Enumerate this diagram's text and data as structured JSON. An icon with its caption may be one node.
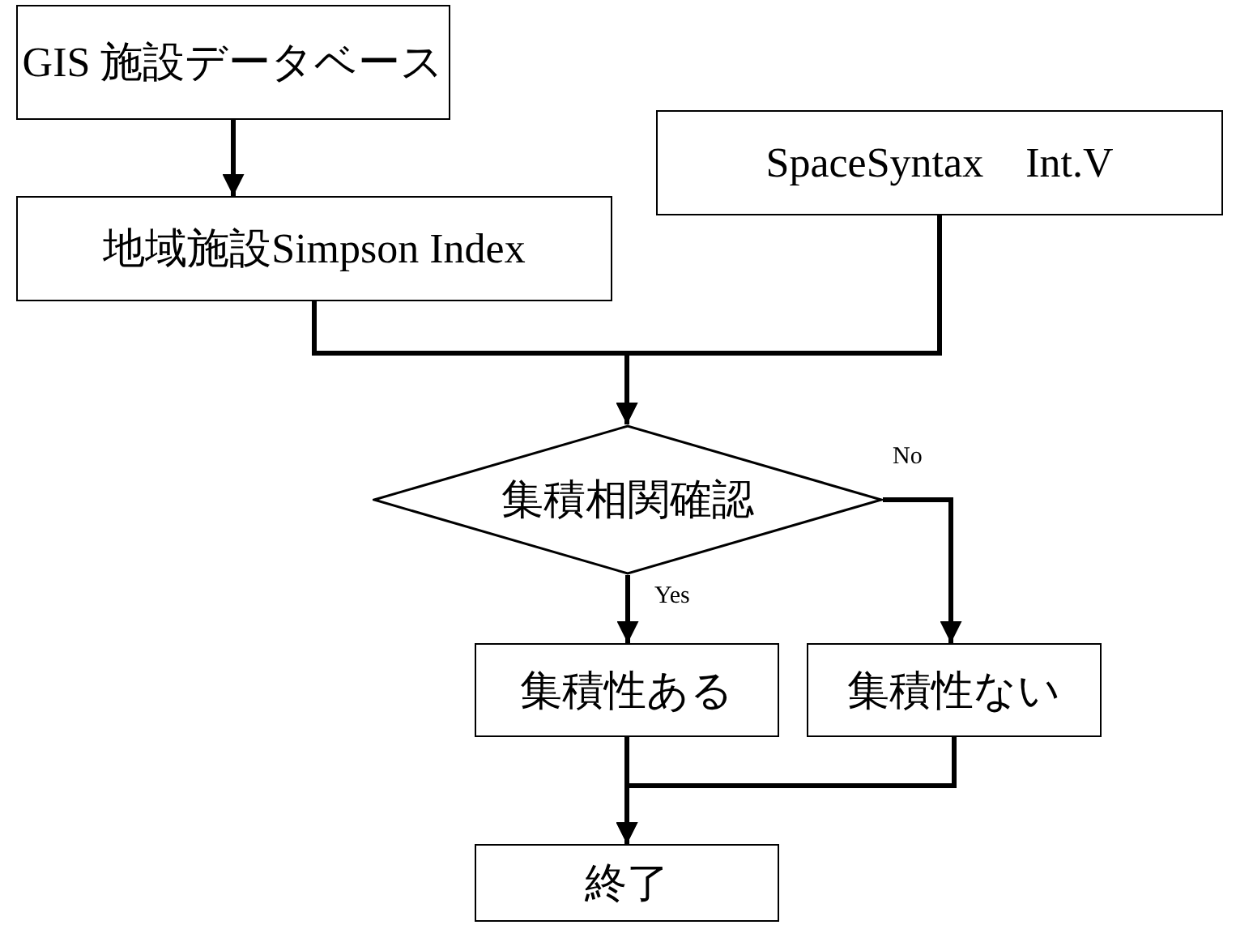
{
  "diagram": {
    "nodes": [
      {
        "text": [
          "GIS 施設データベース"
        ]
      },
      {
        "text": [
          "地域施設Simpson Index"
        ]
      },
      {
        "text": [
          "SpaceSyntax　Int.V"
        ]
      },
      {
        "text": [
          "集積相関確認"
        ]
      },
      {
        "text": [
          "集積性ある"
        ]
      },
      {
        "text": [
          "集積性ない"
        ]
      },
      {
        "text": [
          "終了"
        ]
      }
    ],
    "edges": [
      {
        "from": 0,
        "to": 1,
        "arrow": "to"
      },
      {
        "from": 1,
        "to": 3,
        "arrow": "to"
      },
      {
        "from": 2,
        "to": 3,
        "arrow": "to"
      },
      {
        "from": 3,
        "to": 4,
        "arrow": "to",
        "label": "Yes"
      },
      {
        "from": 3,
        "to": 5,
        "arrow": "to",
        "label": "No"
      },
      {
        "from": 4,
        "to": 6,
        "arrow": "to"
      },
      {
        "from": 5,
        "to": 6,
        "arrow": "to"
      }
    ]
  }
}
